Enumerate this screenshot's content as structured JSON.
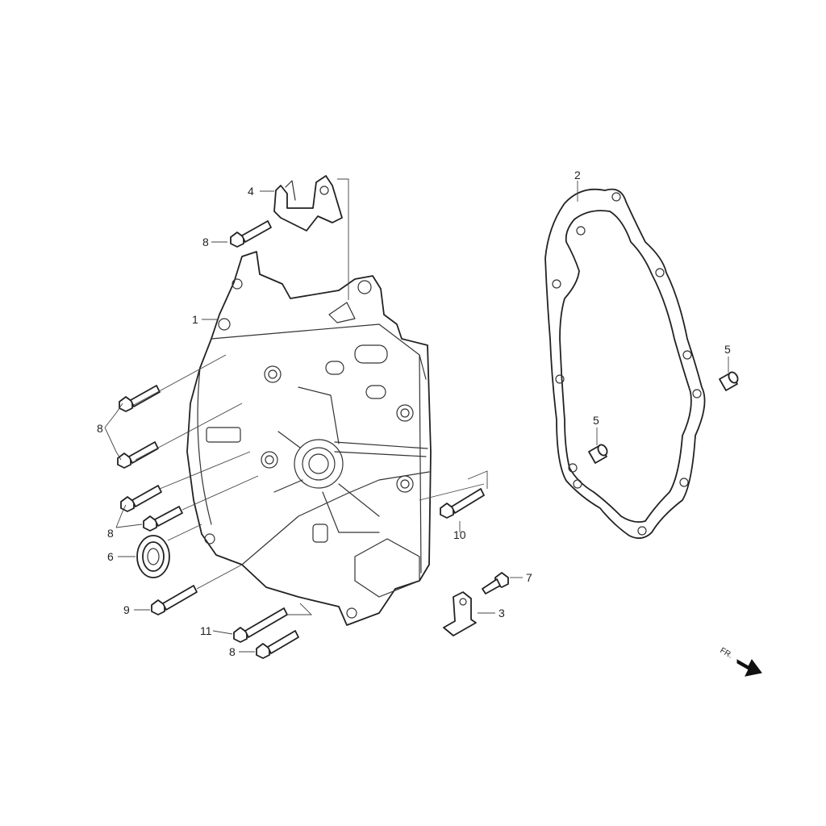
{
  "diagram": {
    "callouts": {
      "c1": "1",
      "c2": "2",
      "c3": "3",
      "c4": "4",
      "c5a": "5",
      "c5b": "5",
      "c6": "6",
      "c7": "7",
      "c8a": "8",
      "c8b": "8",
      "c8c": "8",
      "c8d": "8",
      "c9": "9",
      "c10": "10",
      "c11": "11"
    },
    "front_label": "FR."
  },
  "colors": {
    "line": "#222222",
    "background": "#ffffff"
  }
}
